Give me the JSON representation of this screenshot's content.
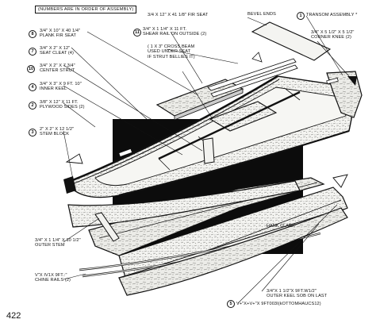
{
  "header": {
    "note": "(NUMBERS ARE IN ORDER OF ASSEMBLY)"
  },
  "page_number": "422",
  "credit": "HANK CLARK",
  "callouts": {
    "plank_seat": {
      "num": "8",
      "line1": "3/4\" X 10\" X 40 1/4\"",
      "line2": "PLANK FIR SEAT"
    },
    "seat_cleat": {
      "num": "7",
      "line1": "3/4\" X 2\" X 12\"",
      "line2": "SEAT CLEAT (4)"
    },
    "center_strut": {
      "num": "10",
      "line1": "3/4\" X 2\" X 7 3/4\"",
      "line2": "CENTER STRUT"
    },
    "inner_keel": {
      "num": "4",
      "line1": "3/4\" X 3\" X 9 FT. 10\"",
      "line2": "INNER KEEL"
    },
    "plywood_sides": {
      "num": "2",
      "line1": "3/8\" X 12\" X 11 FT.",
      "line2": "PLYWOOD SIDES (2)"
    },
    "stem_block": {
      "num": "3",
      "line1": "2\" X 2\" X 12 1/2\"",
      "line2": "STEM BLOCK"
    },
    "outer_stem": {
      "num": "",
      "line1": "3/4\" X 1 1/4\" X 10 1/2\"",
      "line2": "OUTER STEM"
    },
    "chine_rails": {
      "num": "",
      "line1": "V\"X IV1X 9FT.:\"",
      "line2": "CHINE RAILS (2)"
    },
    "fir_seat": {
      "num": "",
      "line1": "3/4 X 12\" X 41 1/8\" FIR SEAT",
      "line2": ""
    },
    "shear_rail": {
      "num": "11",
      "line1": "3/4\" X 1 1/4\" X 11 FT.",
      "line2": "SHEAR RAIL ON OUTSIDE (2)"
    },
    "cross_beam": {
      "num": "",
      "line1": "( 1 X 3\" CROSS BEAM",
      "line2": "USED UNDER SEAT",
      "line3": "IF STRUT BELLIES IT)"
    },
    "bevel_ends": {
      "num": "",
      "line1": "BEVEL ENDS",
      "line2": ""
    },
    "transom": {
      "num": "1",
      "line1": "TRANSOM ASSEMBLY *",
      "line2": ""
    },
    "corner_knee": {
      "num": "",
      "line1": "3/4\" X 5 1/2\" X 5 1/2\"",
      "line2": "CORNER KNEE (2)"
    },
    "outer_keel": {
      "num": "",
      "line1": "3/4\"X 1 1/2\"X 9FT.W1/2\"",
      "line2": "OUTER KEEL SOB ON LAST"
    },
    "bottom": {
      "num": "5",
      "line1": "V+\"X+V+\"X 9FT003I(kOTTOMHAUCS12)",
      "line2": ""
    }
  }
}
